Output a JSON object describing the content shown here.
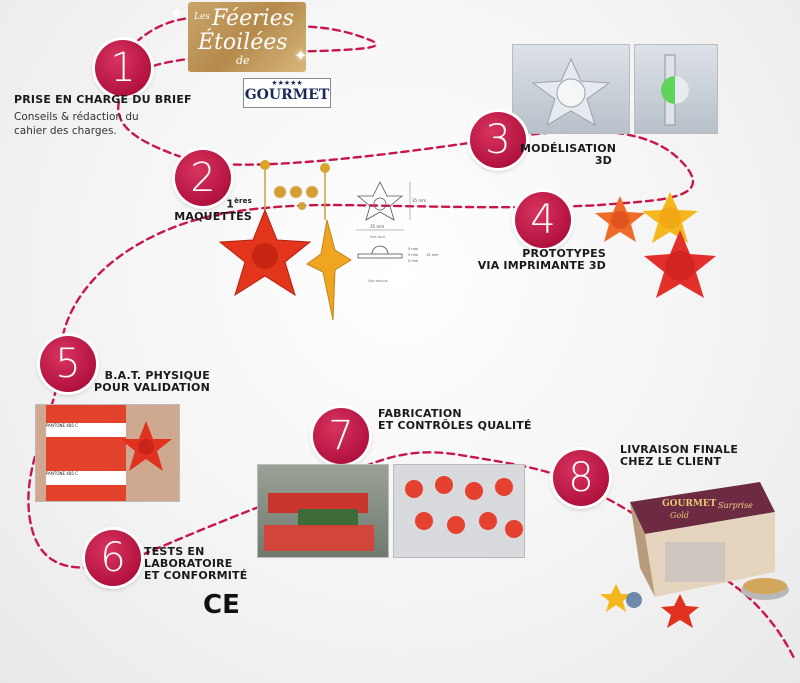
{
  "brand": {
    "logo_line1": "Les",
    "logo_line2": "Féeries",
    "logo_line3": "Étoilées",
    "logo_line4": "de",
    "gourmet_label": "GOURMET",
    "gourmet_stars": "★★★★★"
  },
  "colors": {
    "accent": "#b3123f",
    "path_dash": "#c8164a",
    "text": "#1a1a1a"
  },
  "steps": [
    {
      "number": "1",
      "title_lines": [
        "PRISE EN CHARGE DU BRIEF"
      ],
      "subtitle_lines": [
        "Conseils & rédaction du",
        "cahier des charges."
      ]
    },
    {
      "number": "2",
      "title_lines": [
        "1",
        "ères",
        "MAQUETTES"
      ]
    },
    {
      "number": "3",
      "title_lines": [
        "MODÉLISATION",
        "3D"
      ]
    },
    {
      "number": "4",
      "title_lines": [
        "PROTOTYPES",
        "VIA IMPRIMANTE 3D"
      ]
    },
    {
      "number": "5",
      "title_lines": [
        "B.A.T. PHYSIQUE",
        "POUR VALIDATION"
      ]
    },
    {
      "number": "6",
      "title_lines": [
        "TESTS EN",
        "LABORATOIRE",
        "ET CONFORMITÉ"
      ]
    },
    {
      "number": "7",
      "title_lines": [
        "FABRICATION",
        "ET CONTRÔLES QUALITÉ"
      ]
    },
    {
      "number": "8",
      "title_lines": [
        "LIVRAISON FINALE",
        "CHEZ LE CLIENT"
      ]
    }
  ],
  "ce_mark": "CE",
  "drawing_labels": {
    "dim1": "35 mm",
    "dim2": "35 mm",
    "dim3": "15 mm",
    "dim4": "5 mm",
    "dim5": "5 mm",
    "dim6": "5 mm",
    "front": "Vue face",
    "top": "Vue dessus"
  },
  "swatch": {
    "pantone1": "PANTONE 485 C",
    "pantone2": "PANTONE 485 C"
  },
  "box": {
    "brand": "GOURMET",
    "line": "Gold",
    "flavor": "Surprise"
  }
}
